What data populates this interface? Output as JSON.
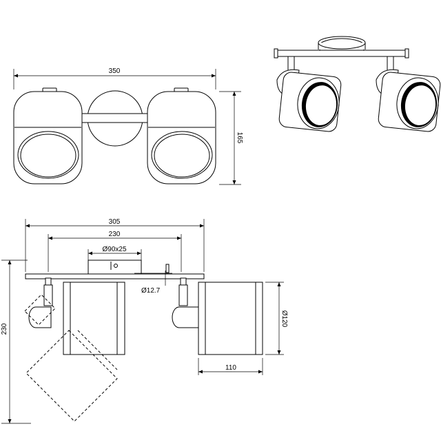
{
  "dimensions": {
    "top_width": "350",
    "top_height": "165",
    "front_width": "305",
    "front_inner": "230",
    "canopy": "Ø90x25",
    "rod": "Ø12.7",
    "shade_diameter": "Ø120",
    "shade_depth": "110",
    "total_height": "230"
  }
}
